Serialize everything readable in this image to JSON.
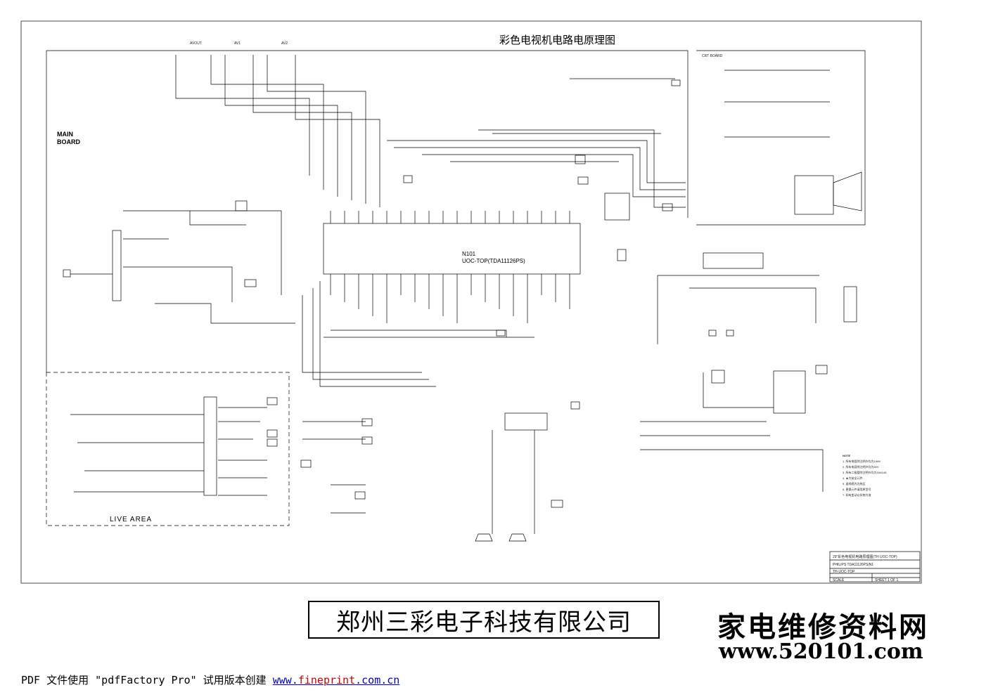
{
  "schematic": {
    "title": "彩色电视机电路电原理图",
    "board_label_line1": "MAIN",
    "board_label_line2": "BOARD",
    "ic_name": "N101",
    "ic_part": "UOC-TOP(TDA11126PS)",
    "live_area": "LIVE AREA",
    "av_labels": {
      "avout": "AVOUT",
      "av1": "AV1",
      "av2": "AV2"
    },
    "crt_board": "CRT BOARD",
    "notes_title": "NOTE",
    "notes": [
      "1. 所有电阻除注明外均为1/6W",
      "2. 所有电容除注明外均为50V",
      "3. 所有二极管除注明外均为1N4148",
      "4. ★为安全元件",
      "5. 虚线框内为热区",
      "6. 更换元件请用原型号",
      "7. 如有变动以实物为准"
    ],
    "title_block": {
      "title": "29\"彩色电视机电路原理图(TH UOC-TOP)",
      "row2": "PHILIPS TDA11126PS/N1",
      "row3": "TH-UOC-TOP",
      "row4": "SCALE",
      "row5": "SHEET 1 OF 1"
    },
    "line_color": "#000000"
  },
  "company_name": "郑州三彩电子科技有限公司",
  "watermark": {
    "site_name": "家电维修资料网",
    "site_url": "www.520101.com"
  },
  "footer": {
    "prefix": "PDF 文件使用 \"pdfFactory Pro\" 试用版本创建 ",
    "link_pre": "www.",
    "link_accent": "fineprint",
    "link_post": ".com.cn",
    "link_color": "#0000cc",
    "accent_color": "#cc0000"
  }
}
